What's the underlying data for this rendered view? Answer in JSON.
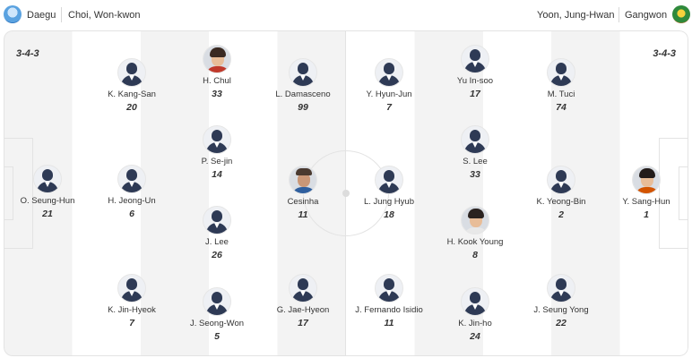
{
  "header": {
    "home_team": "Daegu",
    "home_coach": "Choi, Won-kwon",
    "away_coach": "Yoon, Jung-Hwan",
    "away_team": "Gangwon",
    "home_logo_icon": "daegu-fc-logo",
    "away_logo_icon": "gangwon-fc-logo"
  },
  "formations": {
    "home": "3-4-3",
    "away": "3-4-3"
  },
  "players": {
    "oseunghun": {
      "name": "O. Seung-Hun",
      "number": "21"
    },
    "kkangsan": {
      "name": "K. Kang-San",
      "number": "20"
    },
    "hjeongun": {
      "name": "H. Jeong-Un",
      "number": "6"
    },
    "kjinhyeok": {
      "name": "K. Jin-Hyeok",
      "number": "7"
    },
    "hchul": {
      "name": "H. Chul",
      "number": "33"
    },
    "psejin": {
      "name": "P. Se-jin",
      "number": "14"
    },
    "jlee": {
      "name": "J. Lee",
      "number": "26"
    },
    "jseongwon": {
      "name": "J. Seong-Won",
      "number": "5"
    },
    "ldamasceno": {
      "name": "L. Damasceno",
      "number": "99"
    },
    "cesinha": {
      "name": "Cesinha",
      "number": "11"
    },
    "gjaehyeon": {
      "name": "G. Jae-Hyeon",
      "number": "17"
    },
    "yhyunjun": {
      "name": "Y. Hyun-Jun",
      "number": "7"
    },
    "ljunghyub": {
      "name": "L. Jung Hyub",
      "number": "18"
    },
    "jfernando": {
      "name": "J. Fernando Isidio",
      "number": "11"
    },
    "yuinsoo": {
      "name": "Yu In-soo",
      "number": "17"
    },
    "slee": {
      "name": "S. Lee",
      "number": "33"
    },
    "hkookyoung": {
      "name": "H. Kook Young",
      "number": "8"
    },
    "kjinho": {
      "name": "K. Jin-ho",
      "number": "24"
    },
    "mtuci": {
      "name": "M. Tuci",
      "number": "74"
    },
    "kyeongbin": {
      "name": "K. Yeong-Bin",
      "number": "2"
    },
    "jseungyong": {
      "name": "J. Seung Yong",
      "number": "22"
    },
    "ysanghun": {
      "name": "Y. Sang-Hun",
      "number": "1"
    }
  }
}
